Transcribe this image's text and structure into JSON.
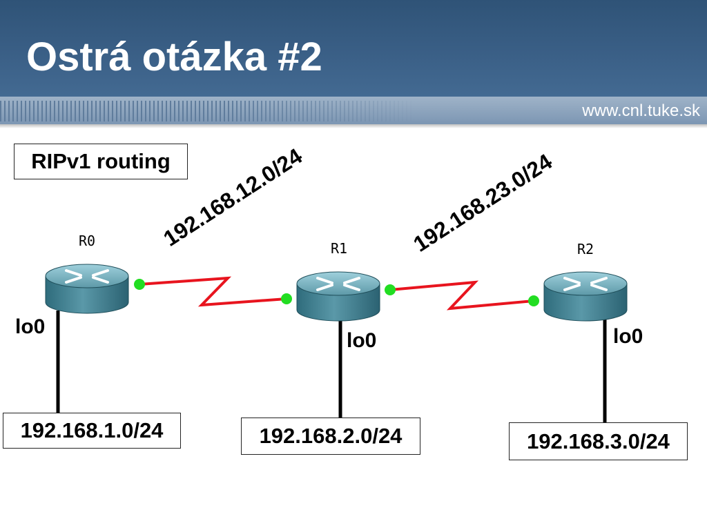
{
  "title": "Ostrá otázka #2",
  "site_url": "www.cnl.tuke.sk",
  "routing_label": "RIPv1 routing",
  "routers": [
    {
      "name": "R0",
      "loopback": "lo0",
      "network": "192.168.1.0/24"
    },
    {
      "name": "R1",
      "loopback": "lo0",
      "network": "192.168.2.0/24"
    },
    {
      "name": "R2",
      "loopback": "lo0",
      "network": "192.168.3.0/24"
    }
  ],
  "links": [
    {
      "from": "R0",
      "to": "R1",
      "network": "192.168.12.0/24"
    },
    {
      "from": "R1",
      "to": "R2",
      "network": "192.168.23.0/24"
    }
  ],
  "colors": {
    "header": "#3a5f86",
    "serial_link": "#e8141e",
    "interface_dot": "#22dd22",
    "router_body": "#3f7f8f"
  }
}
